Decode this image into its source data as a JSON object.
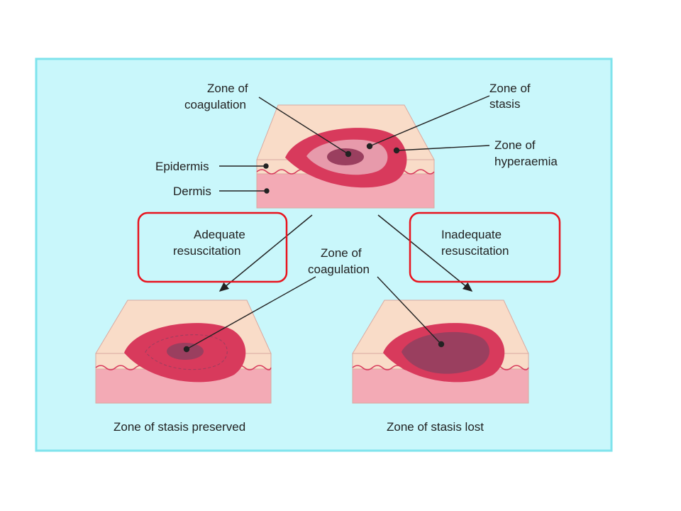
{
  "labels": {
    "zone_coag_top_l1": "Zone of",
    "zone_coag_top_l2": "coagulation",
    "zone_stasis_l1": "Zone of",
    "zone_stasis_l2": "stasis",
    "zone_hyper_l1": "Zone of",
    "zone_hyper_l2": "hyperaemia",
    "epidermis": "Epidermis",
    "dermis": "Dermis",
    "adequate_l1": "Adequate",
    "adequate_l2": "resuscitation",
    "inadequate_l1": "Inadequate",
    "inadequate_l2": "resuscitation",
    "zone_coag_mid_l1": "Zone of",
    "zone_coag_mid_l2": "coagulation",
    "stasis_preserved": "Zone of stasis preserved",
    "stasis_lost": "Zone of stasis lost"
  },
  "colors": {
    "background": "#c9f7fb",
    "frame": "#7fe3ec",
    "epidermis": "#f9dcc8",
    "dermis": "#f3aab5",
    "hyperaemia": "#d83a5c",
    "stasis": "#e79aab",
    "coagulation": "#9a3f5f",
    "highlight_box": "#e8141e"
  }
}
